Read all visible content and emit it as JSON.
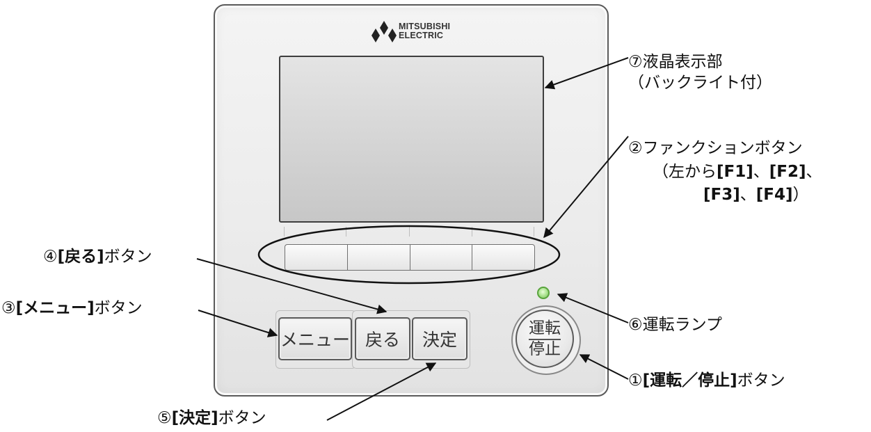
{
  "device": {
    "brand_line1": "MITSUBISHI",
    "brand_line2": "ELECTRIC",
    "menu_label": "メニュー",
    "back_label": "戻る",
    "enter_label": "決定",
    "run_top": "運転",
    "run_bottom": "停止"
  },
  "callouts": {
    "lcd_num": "⑦",
    "lcd_line1": "液晶表示部",
    "lcd_line2": "（バックライト付）",
    "fn_num": "②",
    "fn_line1": "ファンクションボタン",
    "fn_line2a": "（左から",
    "fn_f1": "[F1]",
    "fn_sep1": "、",
    "fn_f2": "[F2]",
    "fn_sep2": "、",
    "fn_f3": "[F3]",
    "fn_sep3": "、",
    "fn_f4": "[F4]",
    "fn_close": "）",
    "back_num": "④",
    "back_bracket": "[戻る]",
    "back_suffix": "ボタン",
    "menu_num": "③",
    "menu_bracket": "[メニュー]",
    "menu_suffix": "ボタン",
    "lamp_num": "⑥",
    "lamp_text": "運転ランプ",
    "run_num": "①",
    "run_bracket": "[運転／停止]",
    "run_suffix": "ボタン",
    "enter_num": "⑤",
    "enter_bracket": "[決定]",
    "enter_suffix": "ボタン"
  },
  "colors": {
    "lamp": "#a6e08a",
    "outline": "#5a5a5a"
  },
  "icons": [
    "three-diamond-logo-icon"
  ]
}
